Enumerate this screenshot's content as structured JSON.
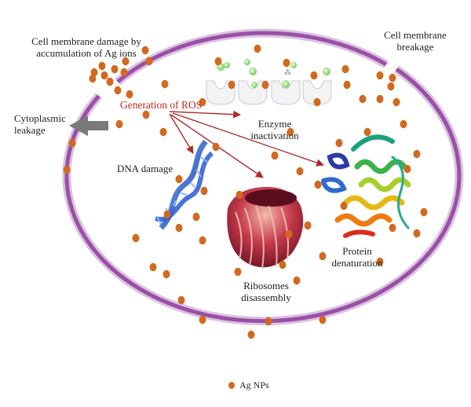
{
  "labels": {
    "membrane_damage_1": "Cell membrane damage by",
    "membrane_damage_2": "accumulation of Ag ions",
    "membrane_breakage_1": "Cell membrane",
    "membrane_breakage_2": "breakage",
    "cyto_1": "Cytoplasmic",
    "cyto_2": "leakage",
    "ros": "Generation of ROS",
    "enzyme_1": "Enzyme",
    "enzyme_2": "inactivation",
    "dna": "DNA damage",
    "protein_1": "Protein",
    "protein_2": "denaturation",
    "ribo_1": "Ribosomes",
    "ribo_2": "disassembly"
  },
  "legend": {
    "label": "Ag NPs"
  },
  "colors": {
    "membrane": "#9b4fa6",
    "membrane_inner": "#d9c3e0",
    "particle": "#d2691e",
    "arrow": "#b02a2a",
    "ros_text": "#c0281c"
  }
}
